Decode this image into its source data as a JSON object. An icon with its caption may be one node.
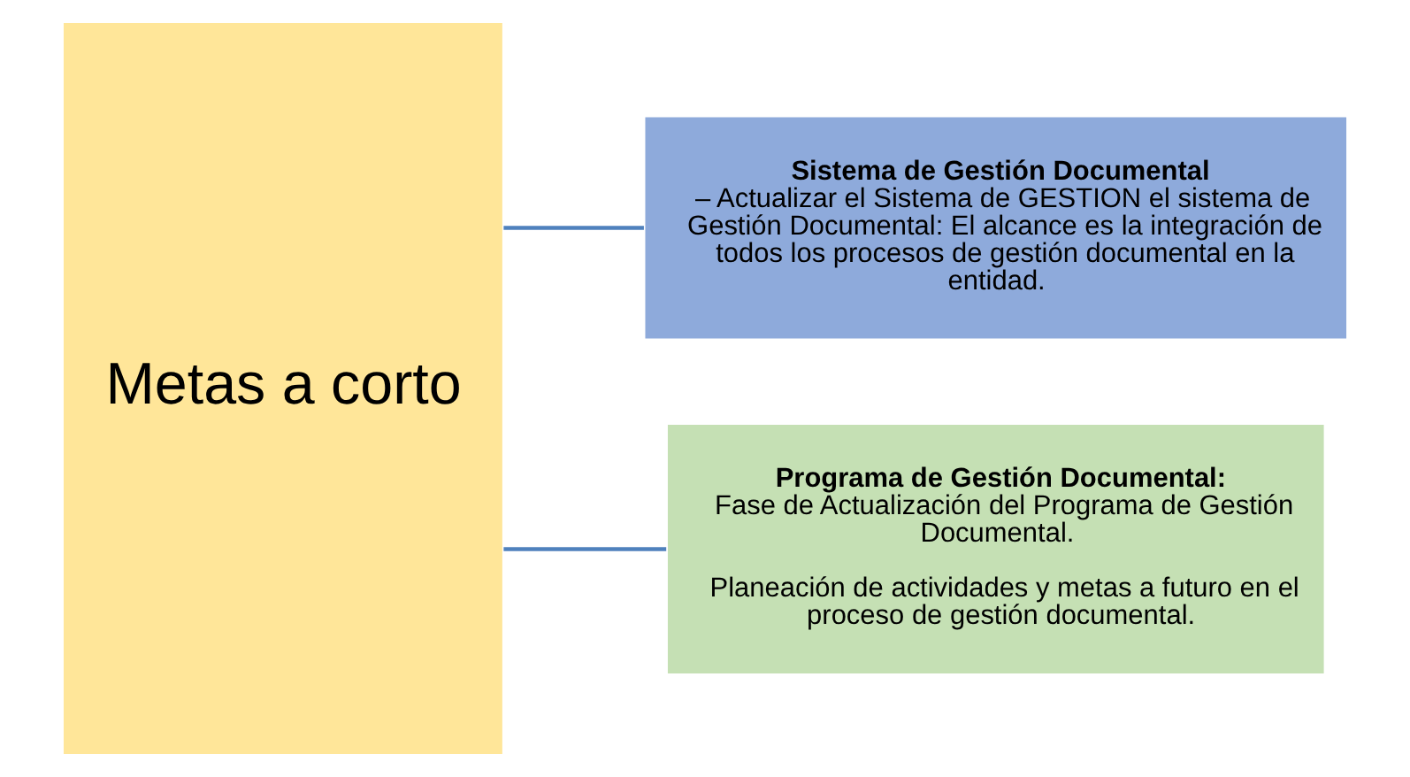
{
  "diagram": {
    "nodes": [
      {
        "text": [
          "Metas a corto"
        ]
      },
      {
        "text": [
          "**Sistema de Gestión Documental** – Actualizar el Sistema de GESTION el sistema de Gestión Documental: El alcance es la integración de todos los procesos de gestión documental en la entidad."
        ]
      },
      {
        "text": [
          "**Programa de Gestión Documental:** Fase de Actualización del Programa de Gestión Documental.",
          "Planeación de actividades y metas a futuro en el proceso de gestión documental."
        ]
      }
    ],
    "edges": [
      {
        "from": 0,
        "to": 1,
        "arrow": "none"
      },
      {
        "from": 0,
        "to": 2,
        "arrow": "none"
      }
    ]
  }
}
